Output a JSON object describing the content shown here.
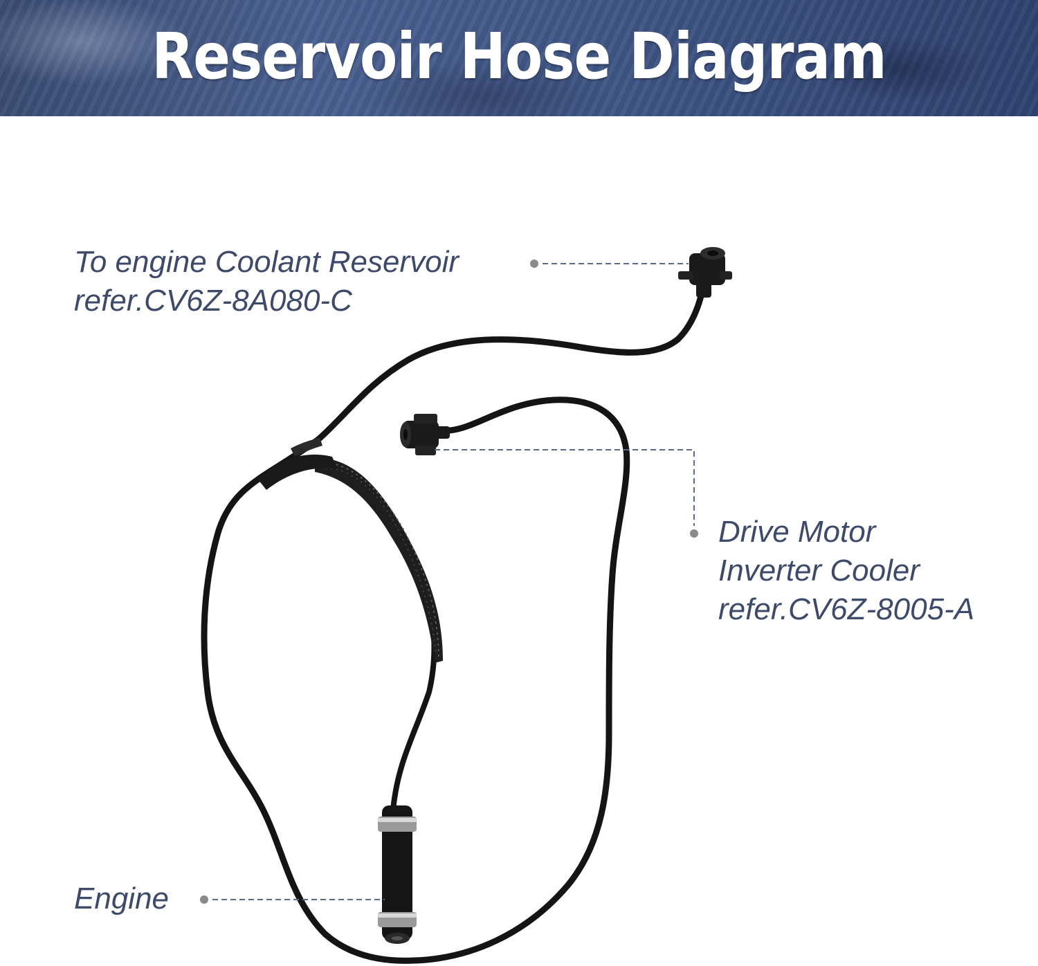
{
  "title": "Reservoir Hose Diagram",
  "callouts": {
    "reservoir": {
      "line1": "To engine Coolant Reservoir",
      "line2": "refer.CV6Z-8A080-C"
    },
    "inverter": {
      "line1": "Drive Motor",
      "line2": "Inverter Cooler",
      "line3": "refer.CV6Z-8005-A"
    },
    "engine": {
      "line1": "Engine"
    }
  },
  "colors": {
    "banner": "#3f5585",
    "label_text": "#3e4a6a",
    "leader": "#5a6a8c",
    "hose": "#141414"
  }
}
